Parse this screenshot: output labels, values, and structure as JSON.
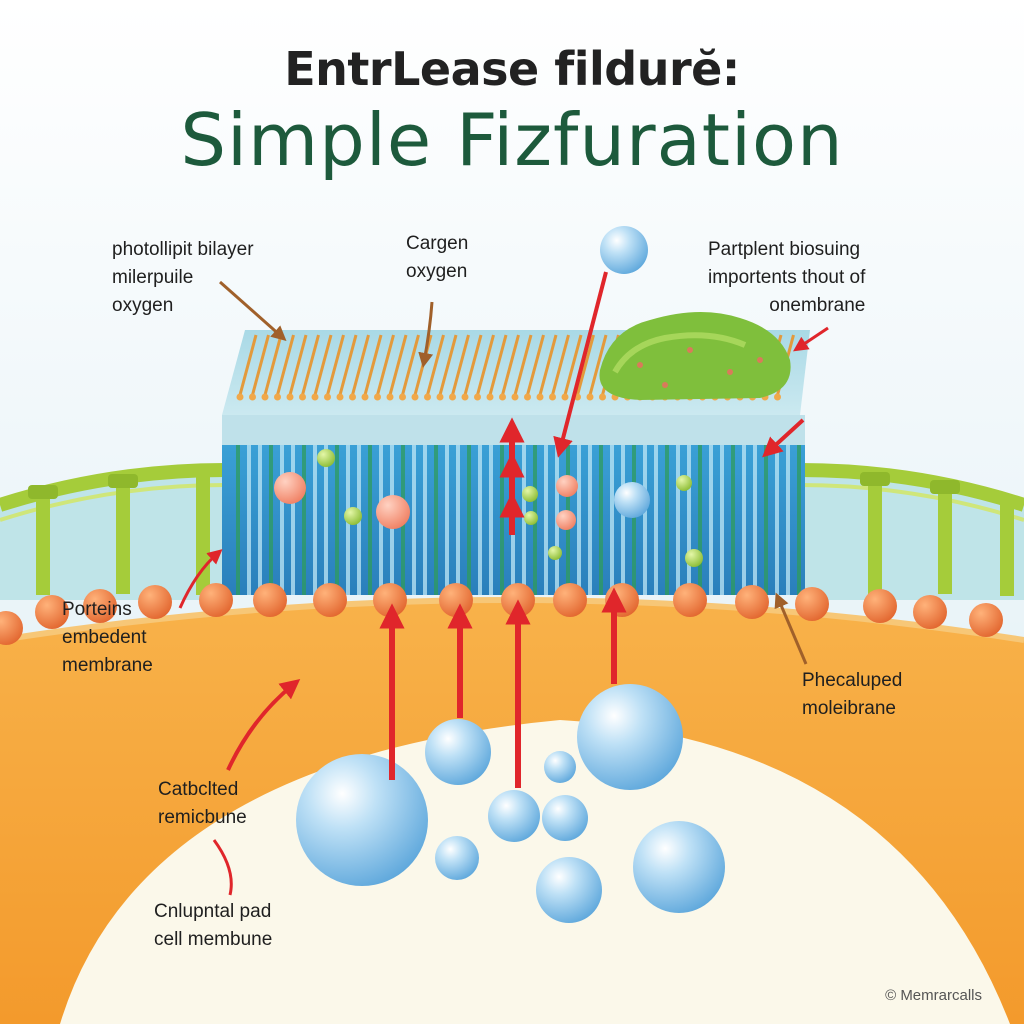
{
  "title": {
    "line1": "EntrLease fildurĕ:",
    "line2": "Simple Fizfuration"
  },
  "labels": {
    "top_left": [
      "photollipit bilayer",
      "milerpuile",
      "oxygen"
    ],
    "top_center": [
      "Cargen",
      "oxygen"
    ],
    "top_right": [
      "Partplent biosuing",
      "importents thout of",
      "onembrane"
    ],
    "mid_left": [
      "Porteins",
      "embedent",
      "membrane"
    ],
    "mid_right": [
      "Phecaluped",
      "moleibrane"
    ],
    "low_left": [
      "Catbclted",
      "remicbune"
    ],
    "bottom_left": [
      "Cnlupntal pad",
      "cell membune"
    ]
  },
  "copyright": "© Memrarcalls",
  "colors": {
    "sky_top": "#e6f2f7",
    "title_dark": "#222222",
    "title_green": "#1d5a3c",
    "cytoplasm_orange": "#f5a53a",
    "nucleus_cream": "#fbf8ea",
    "membrane_block_blue": "#2f8fc7",
    "lipid_head_orange": "#e8733a",
    "rail_green": "#a5cc3a",
    "arrow_red": "#e0262b",
    "pointer_brown": "#a0602a",
    "protein_green": "#7fbf3c",
    "bubble_blue": "#8fc8ec"
  },
  "icons": [
    "up-arrow-icon",
    "pointer-arrow-icon",
    "water-bubble-icon",
    "protein-blob-icon"
  ]
}
